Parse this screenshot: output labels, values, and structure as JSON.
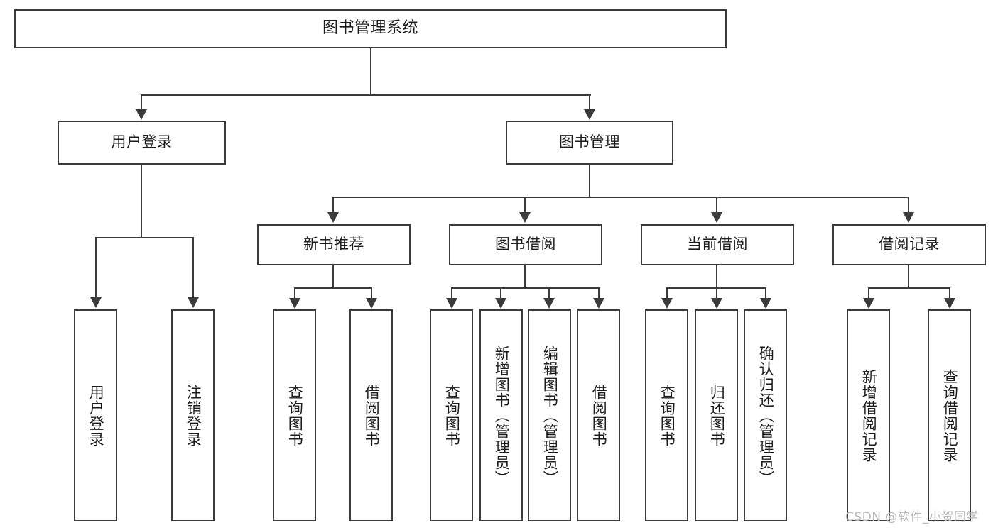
{
  "diagram": {
    "title": "图书管理系统",
    "type": "functional-structure-tree",
    "watermark": "CSDN @软件_小贺同学",
    "colors": {
      "stroke": "#3b3b3b",
      "fill": "#ffffff",
      "text": "#1c1c1c",
      "watermark": "#b9b9b9"
    }
  },
  "nodes": {
    "root": {
      "label": "图书管理系统"
    },
    "level2": [
      {
        "id": "user-login",
        "label": "用户登录"
      },
      {
        "id": "book-management",
        "label": "图书管理"
      }
    ],
    "level3": [
      {
        "id": "new-book-recommend",
        "label": "新书推荐"
      },
      {
        "id": "book-borrow",
        "label": "图书借阅"
      },
      {
        "id": "current-borrow",
        "label": "当前借阅"
      },
      {
        "id": "borrow-record",
        "label": "借阅记录"
      }
    ],
    "leaves": {
      "user_login": [
        {
          "id": "leaf-user-login",
          "label": "用户登录"
        },
        {
          "id": "leaf-logout-login",
          "label": "注销登录"
        }
      ],
      "new_book_recommend": [
        {
          "id": "leaf-query-book-1",
          "label": "查询图书"
        },
        {
          "id": "leaf-borrow-book-1",
          "label": "借阅图书"
        }
      ],
      "book_borrow": [
        {
          "id": "leaf-query-book-2",
          "label": "查询图书"
        },
        {
          "id": "leaf-add-book",
          "label": "新增图书（管理员）"
        },
        {
          "id": "leaf-edit-book",
          "label": "编辑图书（管理员）"
        },
        {
          "id": "leaf-borrow-book-2",
          "label": "借阅图书"
        }
      ],
      "current_borrow": [
        {
          "id": "leaf-query-book-3",
          "label": "查询图书"
        },
        {
          "id": "leaf-return-book",
          "label": "归还图书"
        },
        {
          "id": "leaf-confirm-return",
          "label": "确认归还（管理员）"
        }
      ],
      "borrow_record": [
        {
          "id": "leaf-add-borrow-record",
          "label": "新增借阅记录"
        },
        {
          "id": "leaf-query-borrow-record",
          "label": "查询借阅记录"
        }
      ]
    }
  }
}
